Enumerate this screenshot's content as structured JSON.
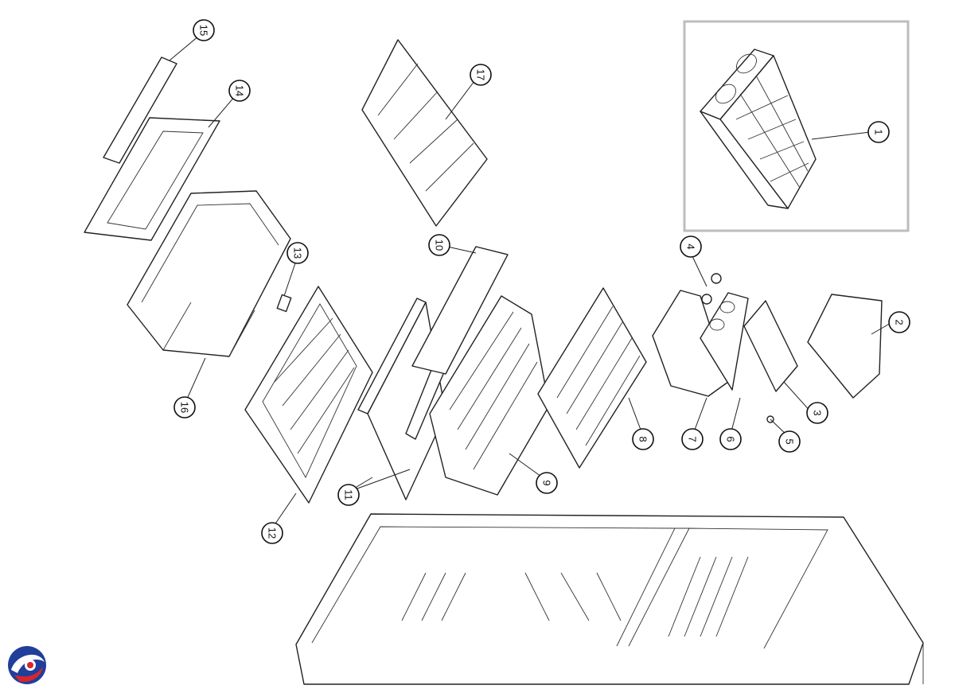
{
  "diagram": {
    "callouts": [
      {
        "id": "c1",
        "label": "1"
      },
      {
        "id": "c2",
        "label": "2"
      },
      {
        "id": "c3",
        "label": "3"
      },
      {
        "id": "c4",
        "label": "4"
      },
      {
        "id": "c5",
        "label": "5"
      },
      {
        "id": "c6",
        "label": "6"
      },
      {
        "id": "c7",
        "label": "7"
      },
      {
        "id": "c8",
        "label": "8"
      },
      {
        "id": "c9",
        "label": "9"
      },
      {
        "id": "c10",
        "label": "10"
      },
      {
        "id": "c11",
        "label": "11"
      },
      {
        "id": "c12",
        "label": "12"
      },
      {
        "id": "c13",
        "label": "13"
      },
      {
        "id": "c14",
        "label": "14"
      },
      {
        "id": "c15",
        "label": "15"
      },
      {
        "id": "c16",
        "label": "16"
      },
      {
        "id": "c17",
        "label": "17"
      }
    ],
    "colors": {
      "line": "#222222",
      "inset_border": "#bdbdbd",
      "logo_blue": "#1f3f9a",
      "logo_red": "#d8262c"
    },
    "icons": [
      "brand-logo-icon"
    ]
  }
}
